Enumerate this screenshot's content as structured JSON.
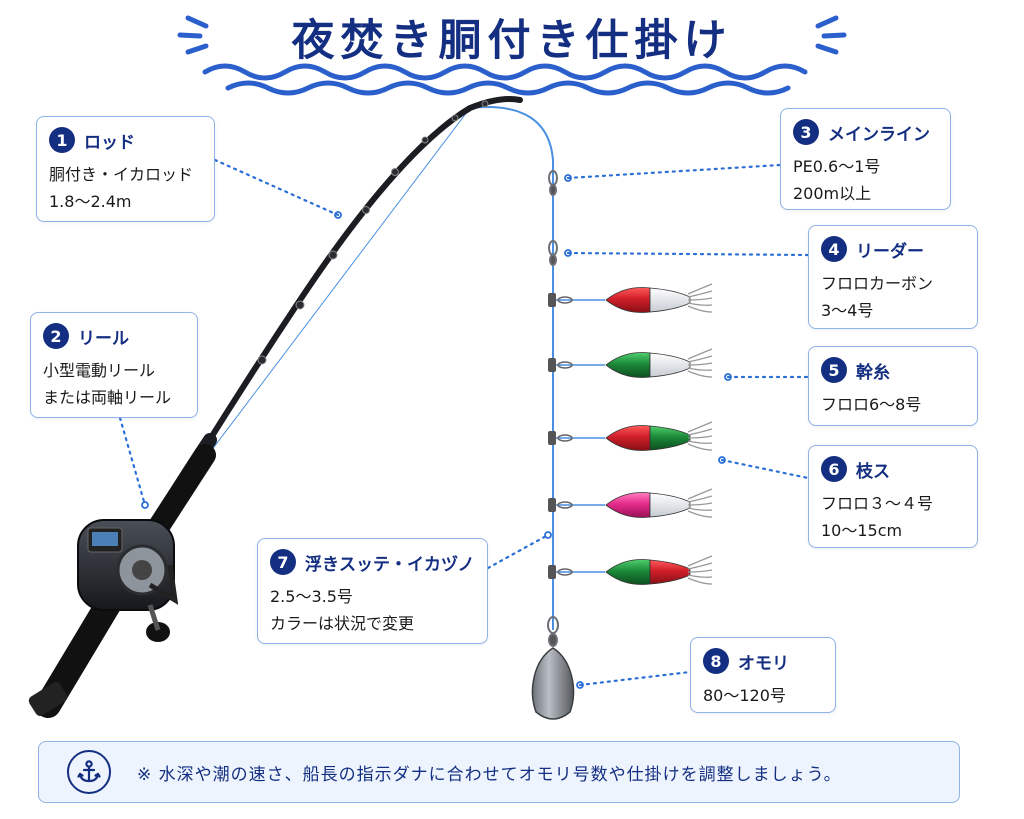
{
  "title": "夜焚き胴付き仕掛け",
  "colors": {
    "primary": "#142f82",
    "line": "#4a90e2",
    "card_border": "#8fb3e6",
    "note_bg": "#eef4fd",
    "jig_red": "#d01f2a",
    "jig_green": "#1c8a3a",
    "jig_pink": "#e62b8a"
  },
  "parts": [
    {
      "num": "1",
      "name": "ロッド",
      "lines": [
        "胴付き・イカロッド",
        "1.8〜2.4m"
      ]
    },
    {
      "num": "2",
      "name": "リール",
      "lines": [
        "小型電動リール",
        "または両軸リール"
      ]
    },
    {
      "num": "3",
      "name": "メインライン",
      "lines": [
        "PE0.6〜1号",
        "200m以上"
      ]
    },
    {
      "num": "4",
      "name": "リーダー",
      "lines": [
        "フロロカーボン",
        "3〜4号"
      ]
    },
    {
      "num": "5",
      "name": "幹糸",
      "lines": [
        "フロロ6〜8号"
      ]
    },
    {
      "num": "6",
      "name": "枝ス",
      "lines": [
        "フロロ３〜４号",
        "10〜15cm"
      ]
    },
    {
      "num": "7",
      "name": "浮きスッテ・イカヅノ",
      "lines": [
        "2.5〜3.5号",
        "カラーは状況で変更"
      ]
    },
    {
      "num": "8",
      "name": "オモリ",
      "lines": [
        "80〜120号"
      ]
    }
  ],
  "jigs": [
    {
      "color": "red-white"
    },
    {
      "color": "green-white"
    },
    {
      "color": "red-green"
    },
    {
      "color": "pink-white"
    },
    {
      "color": "green-red"
    }
  ],
  "note": {
    "icon": "anchor-icon",
    "text": "※ 水深や潮の速さ、船長の指示ダナに合わせてオモリ号数や仕掛けを調整しましょう。"
  }
}
